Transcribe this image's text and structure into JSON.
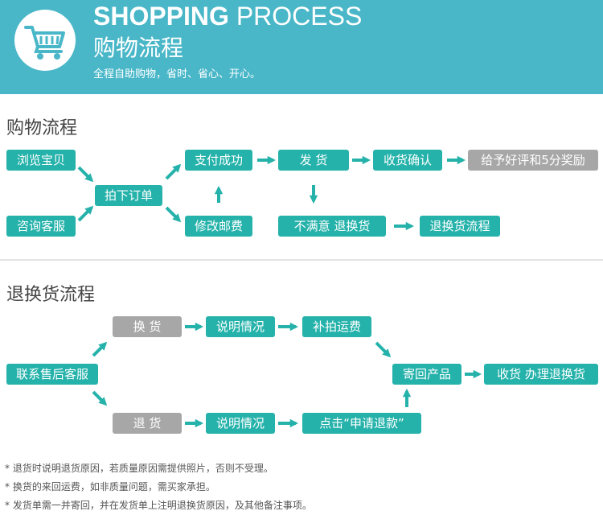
{
  "header": {
    "title_en_bold": "SHOPPING",
    "title_en_light": " PROCESS",
    "title_cn": "购物流程",
    "subtitle": "全程自助购物，省时、省心、开心。",
    "icon": "shopping-cart-icon"
  },
  "shopping": {
    "title": "购物流程",
    "browse": "浏览宝贝",
    "consult": "咨询客服",
    "order": "拍下订单",
    "pay": "支付成功",
    "ship": "发 货",
    "confirm": "收货确认",
    "review": "给予好评和5分奖励",
    "modify": "修改邮费",
    "unsatisfied": "不满意 退换货",
    "return_flow": "退换货流程"
  },
  "returns": {
    "title": "退换货流程",
    "contact": "联系售后客服",
    "exchange": "换 货",
    "explain1": "说明情况",
    "repay": "补拍运费",
    "send_back": "寄回产品",
    "finish": "收货 办理退换货",
    "refund": "退 货",
    "explain2": "说明情况",
    "apply": "点击“申请退款”"
  },
  "notes": [
    "* 退货时说明退货原因，若质量原因需提供照片，否则不受理。",
    "* 换货的来回运费，如非质量问题，需买家承担。",
    "* 发货单需一并寄回，并在发货单上注明退换货原因，及其他备注事项。"
  ],
  "colors": {
    "header": "#49b7c8",
    "box_teal": "#25b2aa",
    "box_gray": "#a7a7a7",
    "arrow": "#25b2aa"
  }
}
